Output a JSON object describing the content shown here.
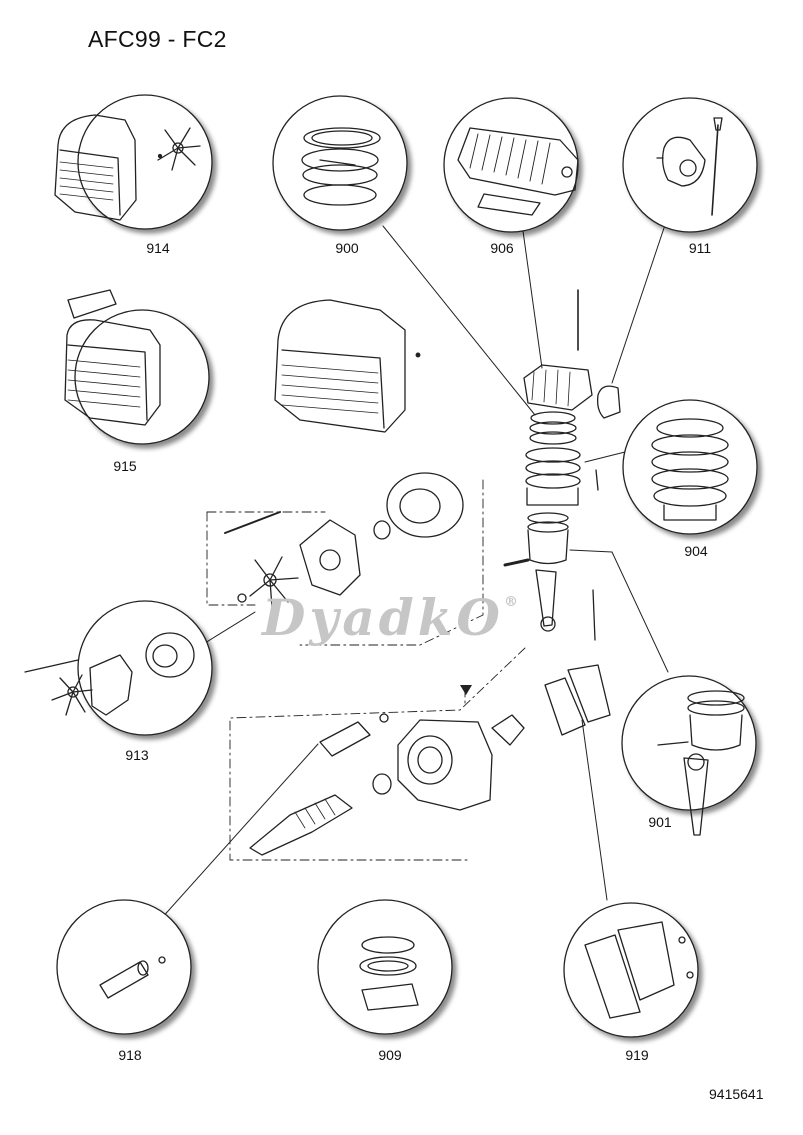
{
  "title": "AFC99 - FC2",
  "document_number": "9415641",
  "watermark": "DyadkO",
  "watermark_mark": "®",
  "callouts": {
    "c914": "914",
    "c900": "900",
    "c906": "906",
    "c911": "911",
    "c915": "915",
    "c904": "904",
    "c913": "913",
    "c901": "901",
    "c918": "918",
    "c909": "909",
    "c919": "919"
  }
}
